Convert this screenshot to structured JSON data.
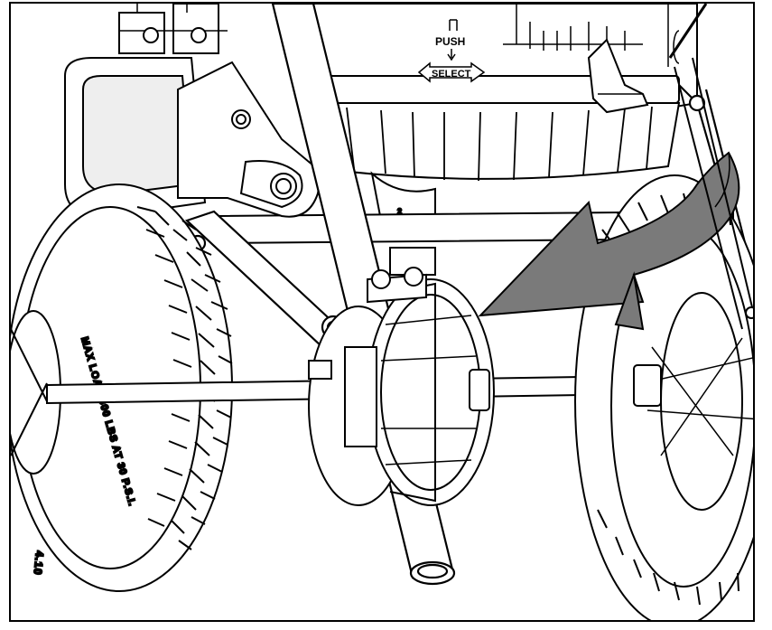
{
  "labels": {
    "push": "PUSH",
    "select": "SELECT",
    "tire_rating": "MAX LOAD 300 LBS AT 30 P.S.I.",
    "tire_size": "4.10",
    "part_mark": "2"
  },
  "colors": {
    "line": "#000000",
    "background": "#ffffff",
    "arrow_fill": "#7a7a7a",
    "shade": "#e6e6e6"
  },
  "icons": {
    "rotation_arrow": "curved-arrow-icon",
    "push_select": "push-select-icon"
  }
}
